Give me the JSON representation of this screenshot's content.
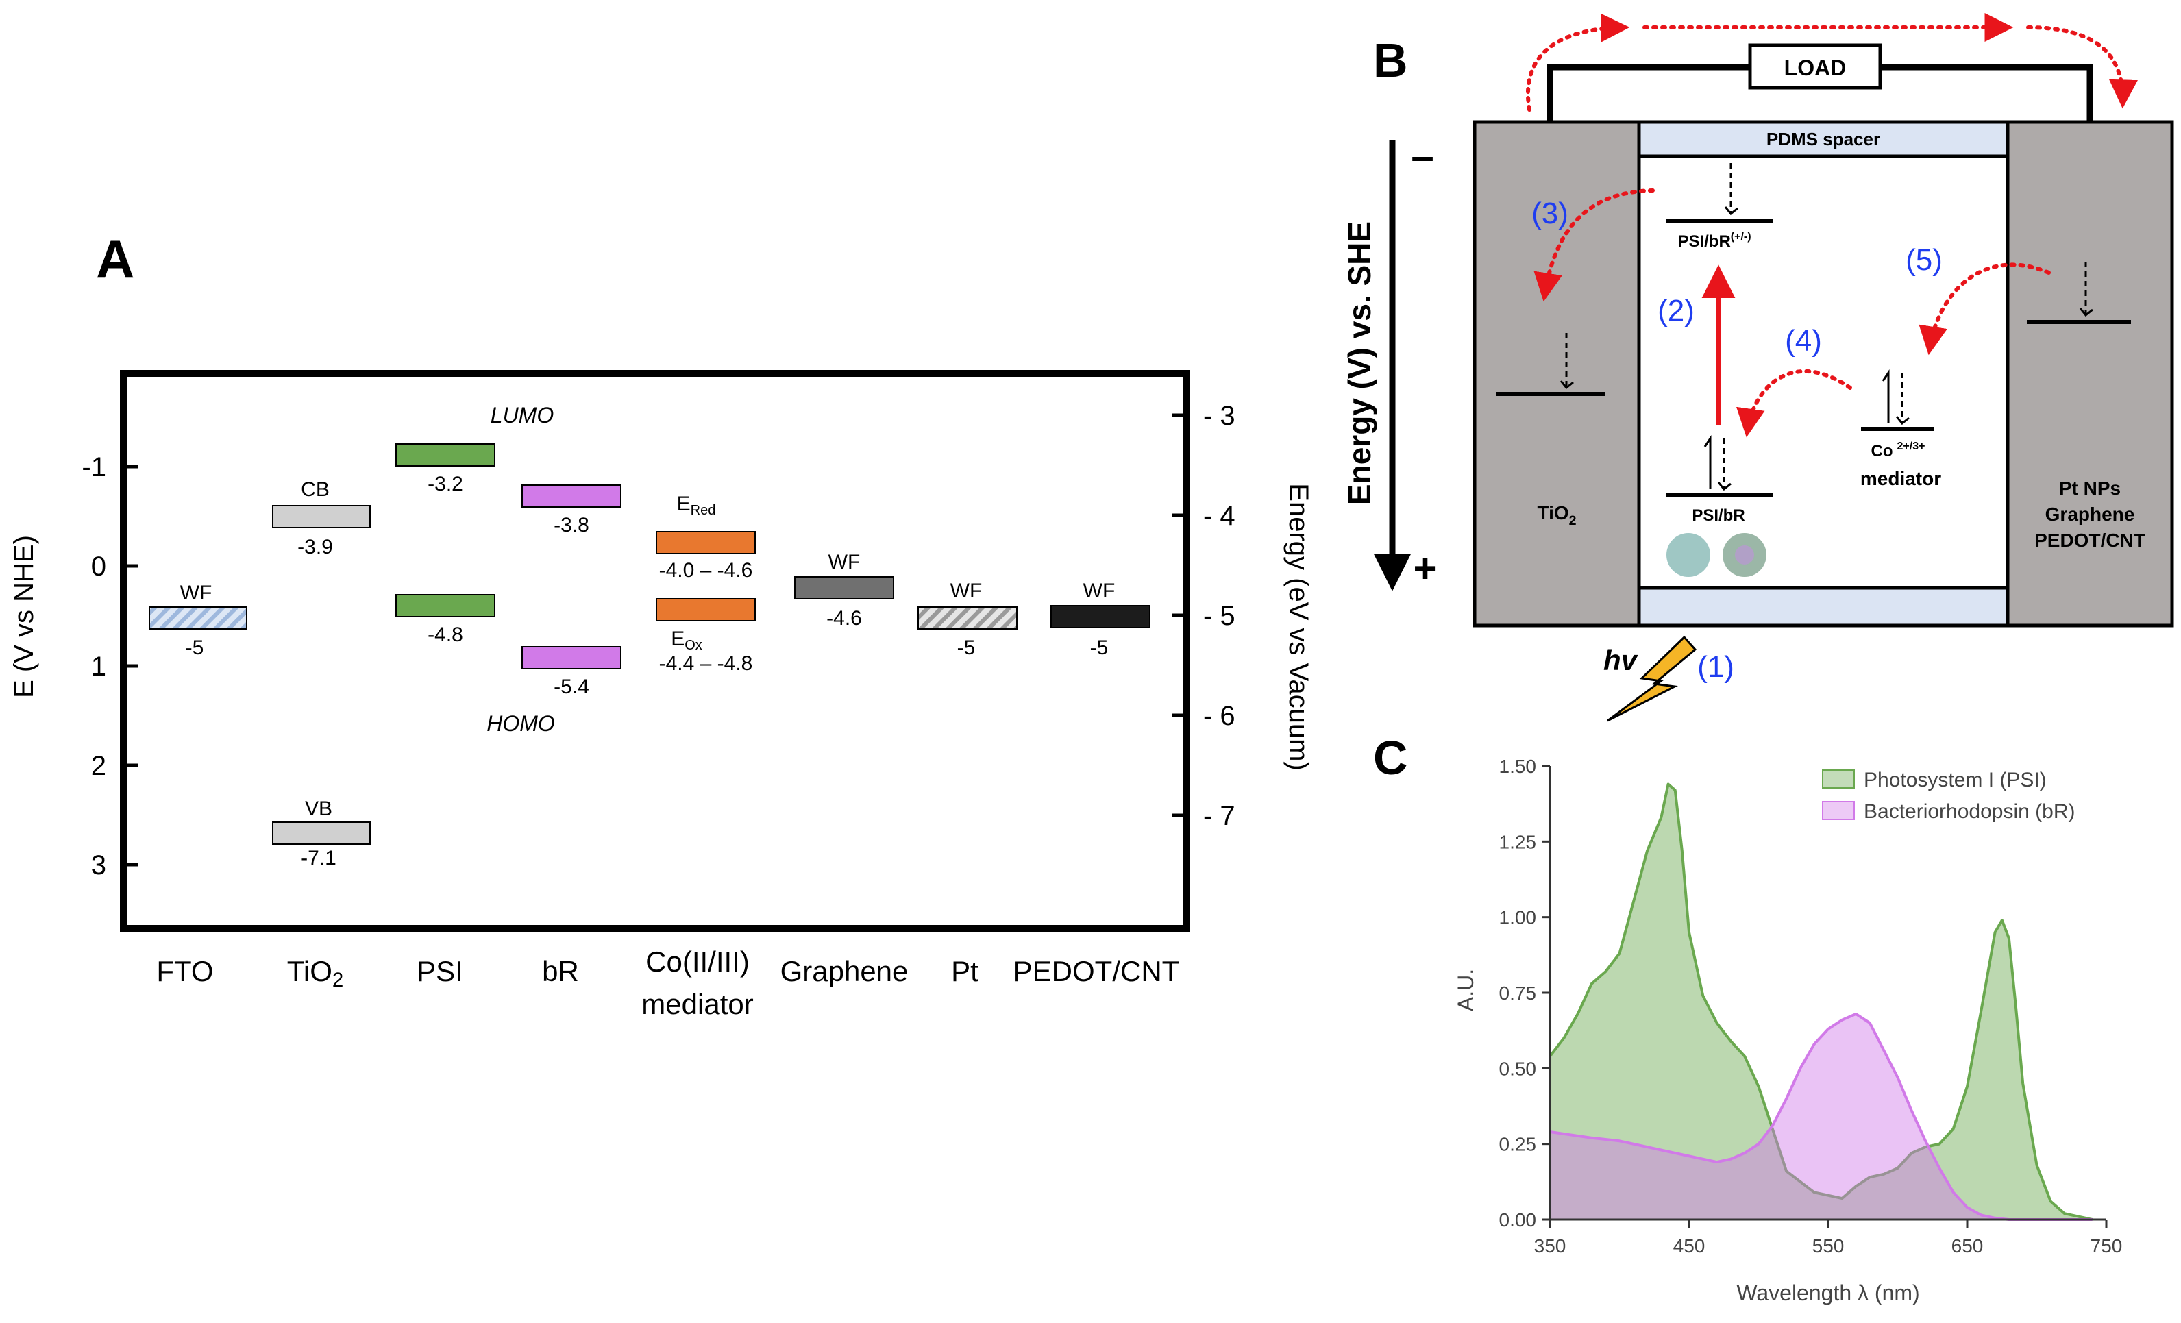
{
  "panel_a": {
    "letter": "A",
    "left_axis_label": "E (V vs NHE)",
    "right_axis_label": "Energy (eV vs Vacuum)",
    "left_ticks": [
      "-1",
      "0",
      "1",
      "2",
      "3"
    ],
    "right_ticks": [
      "- 3",
      "- 4",
      "- 5",
      "- 6",
      "- 7"
    ],
    "lumo_label": "LUMO",
    "homo_label": "HOMO",
    "categories": [
      "FTO",
      "TiO2",
      "PSI",
      "bR",
      "Co(II/III)",
      "mediator",
      "Graphene",
      "Pt",
      "PEDOT/CNT"
    ],
    "levels": {
      "fto_top": "WF",
      "fto_val": "-5",
      "tio2_cb_top": "CB",
      "tio2_cb_val": "-3.9",
      "tio2_vb_top": "VB",
      "tio2_vb_val": "-7.1",
      "psi_lumo_val": "-3.2",
      "psi_homo_val": "-4.8",
      "br_lumo_val": "-3.8",
      "br_homo_val": "-5.4",
      "co_red_top": "E",
      "co_red_sub": "Red",
      "co_red_val": "-4.0 – -4.6",
      "co_ox_top": "E",
      "co_ox_sub": "Ox",
      "co_ox_val": "-4.4 – -4.8",
      "graphene_top": "WF",
      "graphene_val": "-4.6",
      "pt_top": "WF",
      "pt_val": "-5",
      "pedot_top": "WF",
      "pedot_val": "-5"
    },
    "colors": {
      "fto": "#c9d9ef",
      "tio2": "#d0d0d0",
      "psi": "#6aa84f",
      "br": "#d17ae8",
      "co": "#e8782f",
      "graphene": "#707070",
      "pt": "#d5d5d5",
      "pedot": "#1c1c1c"
    }
  },
  "panel_b": {
    "letter": "B",
    "load_label": "LOAD",
    "spacer_label": "PDMS spacer",
    "energy_axis_label": "Energy (V) vs. SHE",
    "minus": "–",
    "plus": "+",
    "tio2_label": "TiO2",
    "psi_br_excited": "PSI/bR",
    "psi_br_excited_sup": "(+/-)",
    "psi_br_ground": "PSI/bR",
    "co_label": "Co",
    "co_sup": "2+/3+",
    "co_sub_label": "mediator",
    "counter_labels": [
      "Pt NPs",
      "Graphene",
      "PEDOT/CNT"
    ],
    "steps": [
      "(1)",
      "(2)",
      "(3)",
      "(4)",
      "(5)"
    ],
    "hv_label": "hv"
  },
  "panel_c": {
    "letter": "C",
    "xlabel": "Wavelength λ (nm)",
    "ylabel": "A.U.",
    "legend": [
      "Photosystem I (PSI)",
      "Bacteriorhodopsin (bR)"
    ]
  },
  "chart_data": {
    "type": "area",
    "xlabel": "Wavelength λ (nm)",
    "ylabel": "A.U.",
    "xlim": [
      350,
      750
    ],
    "ylim": [
      0,
      1.5
    ],
    "xticks": [
      350,
      450,
      550,
      650,
      750
    ],
    "yticks": [
      0.0,
      0.25,
      0.5,
      0.75,
      1.0,
      1.25,
      1.5
    ],
    "ytick_labels": [
      "0.00",
      "0.25",
      "0.50",
      "0.75",
      "1.00",
      "1.25",
      "1.50"
    ],
    "legend_position": "top-right",
    "series": [
      {
        "name": "Photosystem I (PSI)",
        "color": "#6aa84f",
        "x": [
          350,
          360,
          370,
          380,
          390,
          400,
          410,
          420,
          430,
          435,
          440,
          445,
          450,
          460,
          470,
          480,
          490,
          500,
          510,
          520,
          540,
          550,
          560,
          570,
          580,
          590,
          600,
          610,
          620,
          630,
          640,
          650,
          660,
          670,
          675,
          680,
          685,
          690,
          700,
          710,
          720,
          730,
          740
        ],
        "y": [
          0.54,
          0.6,
          0.68,
          0.78,
          0.82,
          0.88,
          1.05,
          1.22,
          1.33,
          1.44,
          1.42,
          1.22,
          0.95,
          0.74,
          0.65,
          0.59,
          0.54,
          0.44,
          0.3,
          0.16,
          0.09,
          0.08,
          0.07,
          0.11,
          0.14,
          0.15,
          0.17,
          0.22,
          0.24,
          0.25,
          0.3,
          0.44,
          0.69,
          0.95,
          0.99,
          0.93,
          0.7,
          0.45,
          0.18,
          0.06,
          0.02,
          0.01,
          0.0
        ]
      },
      {
        "name": "Bacteriorhodopsin (bR)",
        "color": "#d17ae8",
        "x": [
          350,
          380,
          400,
          420,
          450,
          470,
          480,
          490,
          500,
          510,
          520,
          530,
          540,
          550,
          560,
          570,
          580,
          590,
          600,
          610,
          620,
          630,
          640,
          650,
          660,
          670,
          680,
          700,
          720,
          740
        ],
        "y": [
          0.29,
          0.27,
          0.26,
          0.24,
          0.21,
          0.19,
          0.2,
          0.22,
          0.25,
          0.31,
          0.4,
          0.5,
          0.58,
          0.63,
          0.66,
          0.68,
          0.65,
          0.56,
          0.47,
          0.36,
          0.26,
          0.17,
          0.09,
          0.04,
          0.015,
          0.005,
          0.0,
          0.0,
          0.0,
          0.0
        ]
      }
    ]
  }
}
